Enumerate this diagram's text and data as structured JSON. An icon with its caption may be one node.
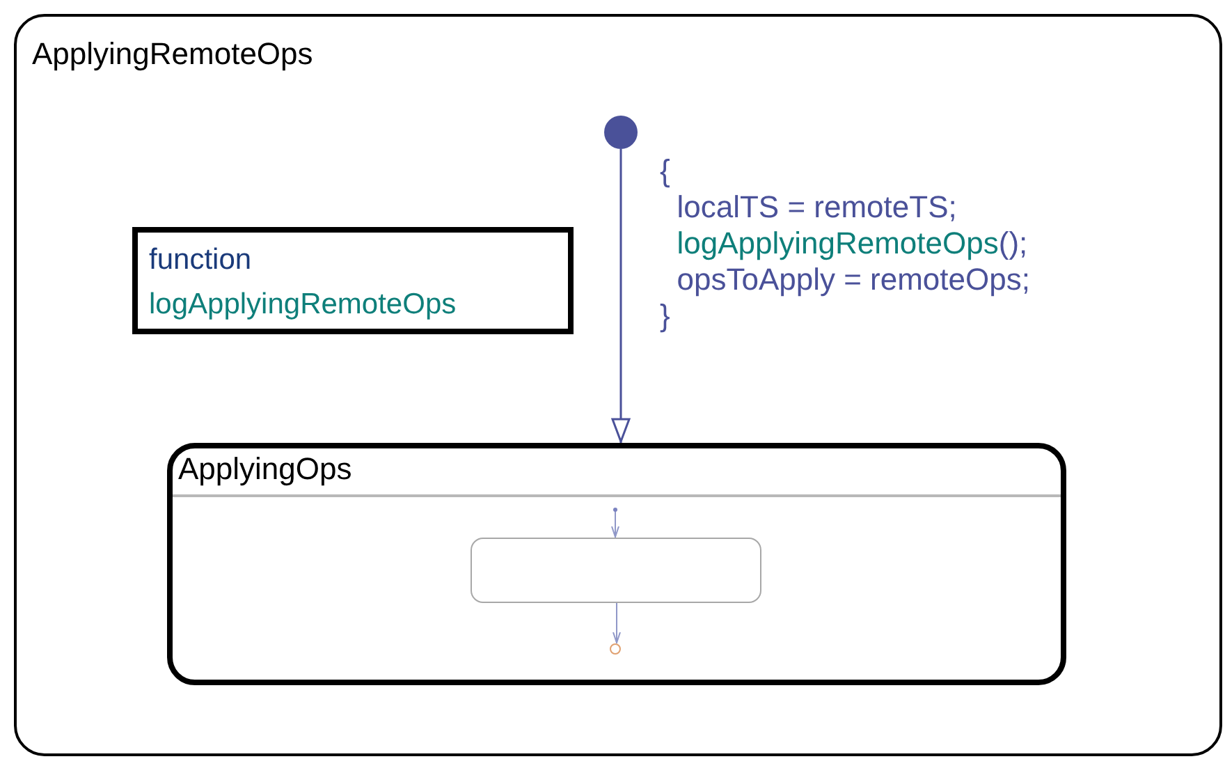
{
  "diagram": {
    "nodes": [
      {
        "text": [
          "ApplyingRemoteOps"
        ]
      },
      {
        "text": [
          "function",
          "logApplyingRemoteOps"
        ],
        "in": 0
      },
      {
        "text": [],
        "shape": "circle",
        "in": 0
      },
      {
        "text": [
          "ApplyingOps"
        ],
        "in": 0
      },
      {
        "text": [],
        "shape": "box",
        "in": 3
      },
      {
        "text": [],
        "shape": "circle",
        "in": 3
      }
    ],
    "edges": [
      {
        "from": 2,
        "to": 3,
        "arrow": "to",
        "label": "{ localTS = remoteTS; logApplyingRemoteOps(); opsToApply = remoteOps; }"
      },
      {
        "from": null,
        "to": 4,
        "arrow": "to"
      },
      {
        "from": 4,
        "to": 5,
        "arrow": "to"
      }
    ]
  }
}
